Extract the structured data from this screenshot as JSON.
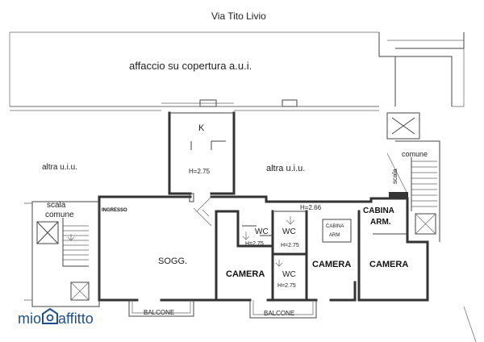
{
  "labels": {
    "street": "Via Tito Livio",
    "terrace": "affaccio su copertura a.u.i.",
    "kitchen": "K",
    "kitchen_height": "H=2.75",
    "other_unit_left": "altra  u.i.u.",
    "other_unit_mid": "altra  u.i.u.",
    "stair_left_1": "scala",
    "stair_left_2": "comune",
    "stair_right_1": "comune",
    "stair_right_2": "scala",
    "entrance": "INGRESSO",
    "height_mid": "H=2.66",
    "cabina_1": "CABINA",
    "cabina_2": "ARM.",
    "cabina_small_1": "CABINA",
    "cabina_small_2": "ARM",
    "wc1": "WC",
    "wc1_height": "H=2.75",
    "wc2": "WC",
    "wc2_height": "H=2.75",
    "wc3": "WC",
    "wc3_height": "H=2.75",
    "living": "SOGG.",
    "camera1": "CAMERA",
    "camera2": "CAMERA",
    "camera3": "CAMERA",
    "balcony1": "BALCONE",
    "balcony2": "BALCONE"
  },
  "logo": {
    "part1": "mio",
    "part2": "affitto",
    "color": "#1f4e8c"
  },
  "icons": {
    "logo_symbol": "house-a-icon"
  }
}
